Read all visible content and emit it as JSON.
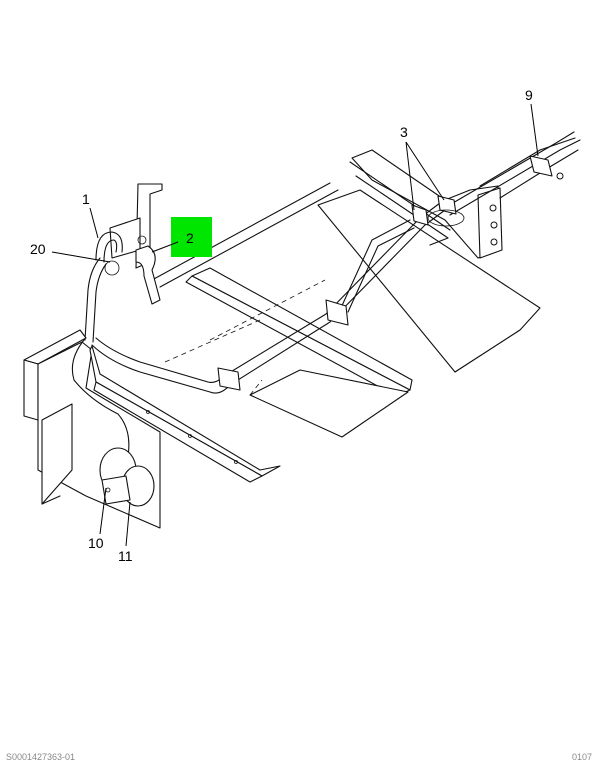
{
  "callouts": {
    "c1": "1",
    "c2": "2",
    "c3": "3",
    "c9": "9",
    "c10": "10",
    "c11": "11",
    "c20": "20"
  },
  "highlight": {
    "callout": "2",
    "color": "#00e600"
  },
  "footer": {
    "left": "S0001427363-01",
    "right": "0107"
  }
}
